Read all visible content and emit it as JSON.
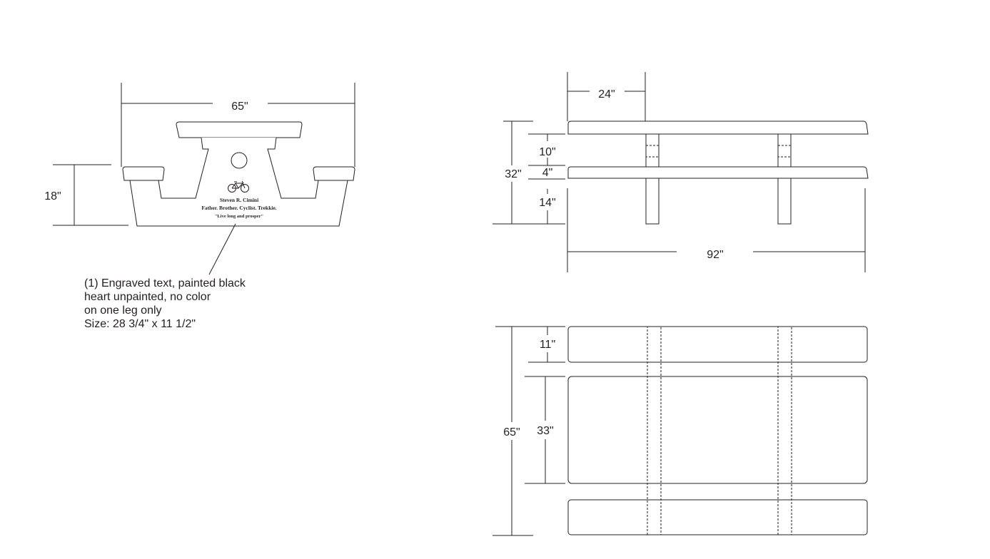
{
  "end_view": {
    "width_dim": "65\"",
    "seat_height_dim": "18\"",
    "engraving": {
      "icon": "bicycle-icon",
      "name": "Steven R. Cimini",
      "line2": "Father. Brother. Cyclist. Trekkie.",
      "quote": "\"Live long and prosper\""
    }
  },
  "callout": {
    "lines": [
      "(1) Engraved text, painted black",
      "heart unpainted, no color",
      "on one leg only",
      "Size: 28 3/4\" x 11 1/2\""
    ]
  },
  "side_view": {
    "overhang_dim": "24\"",
    "top_gap_dim": "10\"",
    "seat_thickness_dim": "4\"",
    "seat_height_dim": "14\"",
    "total_height_dim": "32\"",
    "length_dim": "92\""
  },
  "top_view": {
    "total_width_dim": "65\"",
    "bench_width_dim": "11\"",
    "table_width_dim": "33\""
  }
}
